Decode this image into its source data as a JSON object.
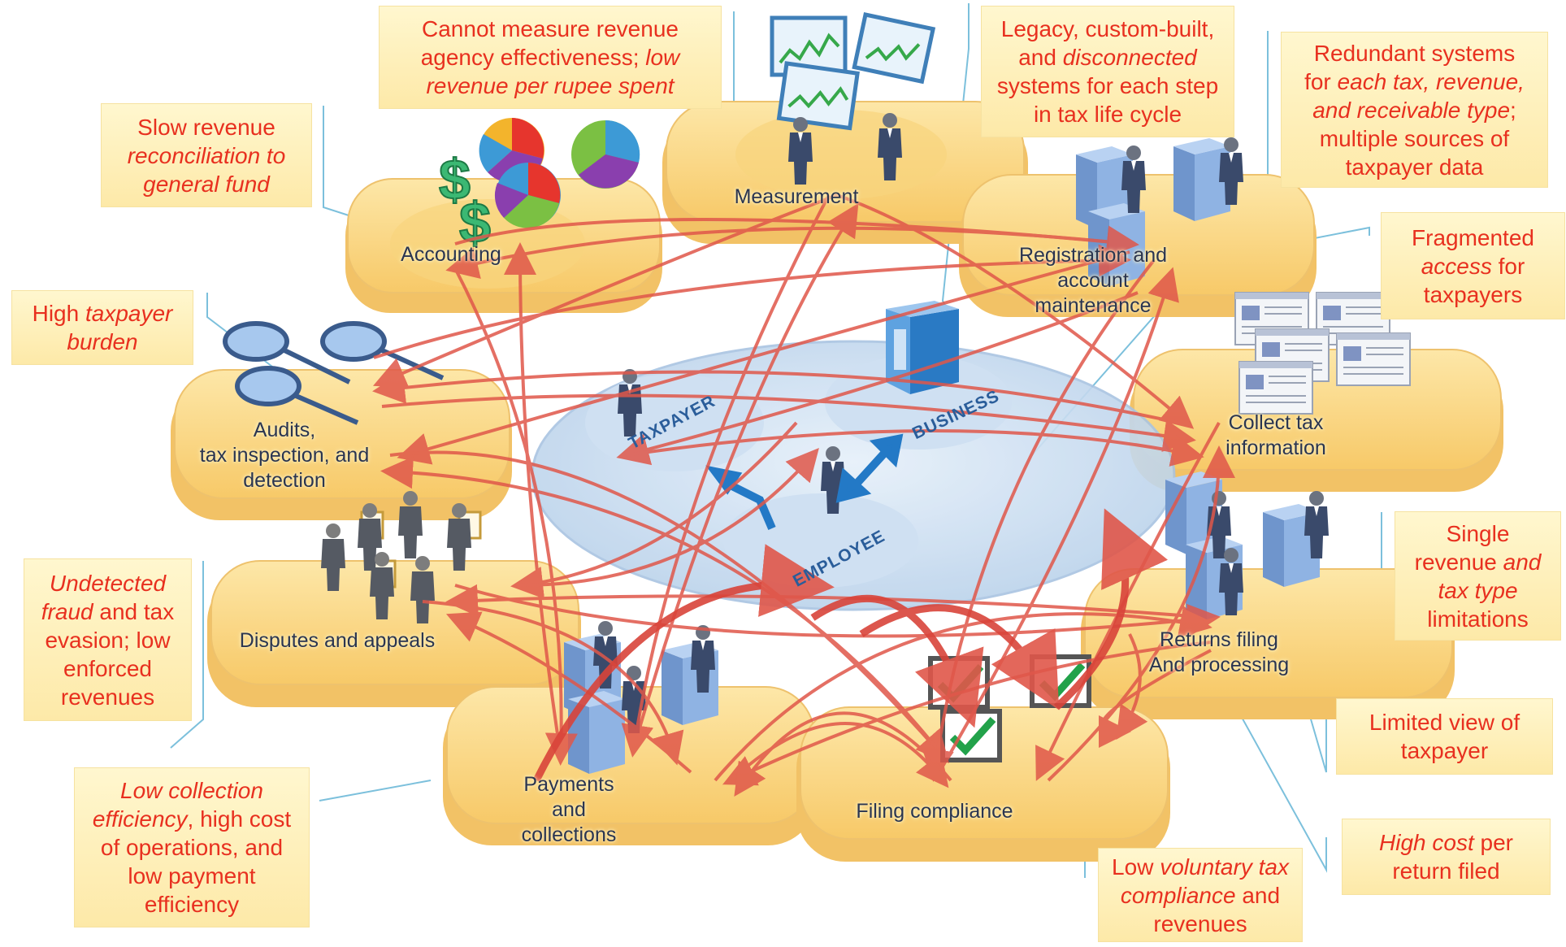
{
  "callouts": {
    "slow_revenue": {
      "a": "Slow revenue",
      "b": "reconciliation to",
      "c": "general fund"
    },
    "measure": {
      "a": "Cannot measure revenue",
      "b": "agency effectiveness; ",
      "c": "low",
      "d": "revenue per rupee spent"
    },
    "legacy": {
      "a": "Legacy, custom-built,",
      "b": "and ",
      "c": "disconnected",
      "d": "systems for each step",
      "e": "in tax life cycle"
    },
    "redundant": {
      "a": "Redundant systems",
      "b": "for ",
      "c": "each tax, revenue,",
      "d": "and receivable type",
      "e": ";",
      "f": "multiple sources of",
      "g": "taxpayer data"
    },
    "fragmented": {
      "a": "Fragmented",
      "b": "access",
      "c": " for",
      "d": "taxpayers"
    },
    "burden": {
      "a": "High ",
      "b": "taxpayer",
      "c": "burden"
    },
    "fraud": {
      "a": "Undetected",
      "b": "fraud",
      "c": " and tax",
      "d": "evasion; low",
      "e": "enforced",
      "f": "revenues"
    },
    "single": {
      "a": "Single",
      "b": "revenue ",
      "c": "and",
      "d": "tax type",
      "e": "limitations"
    },
    "limited": {
      "a": "Limited view of",
      "b": "taxpayer"
    },
    "collection": {
      "a": "Low collection",
      "b": "efficiency",
      "c": ", high cost",
      "d": "of operations, and",
      "e": "low payment",
      "f": "efficiency"
    },
    "highcost": {
      "a": "High cost",
      "b": " per",
      "c": "return filed"
    },
    "voluntary": {
      "a": "Low ",
      "b": "voluntary tax",
      "c": "compliance",
      "d": " and",
      "e": "revenues"
    }
  },
  "platforms": {
    "accounting": "Accounting",
    "measurement": "Measurement",
    "registration": [
      "Registration and",
      "account",
      "maintenance"
    ],
    "collect": [
      "Collect tax",
      "information"
    ],
    "audits": [
      "Audits,",
      "tax inspection, and",
      "detection"
    ],
    "disputes": "Disputes and appeals",
    "returns": [
      "Returns filing",
      "And processing"
    ],
    "payments": [
      "Payments",
      "and",
      "collections"
    ],
    "filing": "Filing compliance"
  },
  "hub": {
    "taxpayer": "TAXPAYER",
    "business": "BUSINESS",
    "employee": "EMPLOYEE"
  },
  "colors": {
    "callout_text": "#e8301f",
    "callout_fill": "#fdeeb4",
    "platform_fill": "#fbd98a",
    "arrow": "#e0574a",
    "leader_line": "#7cc0dc",
    "hub_fill": "#c9def0",
    "figure": "#3a4a6b",
    "check": "#22a24a"
  },
  "icons": [
    "dollar-icon",
    "pie-chart-icon",
    "line-chart-monitor-icon",
    "server-rack-icon",
    "document-window-icon",
    "magnifier-icon",
    "certificate-icon",
    "checkbox-icon",
    "person-figure-icon",
    "bidirectional-arrow-icon"
  ]
}
